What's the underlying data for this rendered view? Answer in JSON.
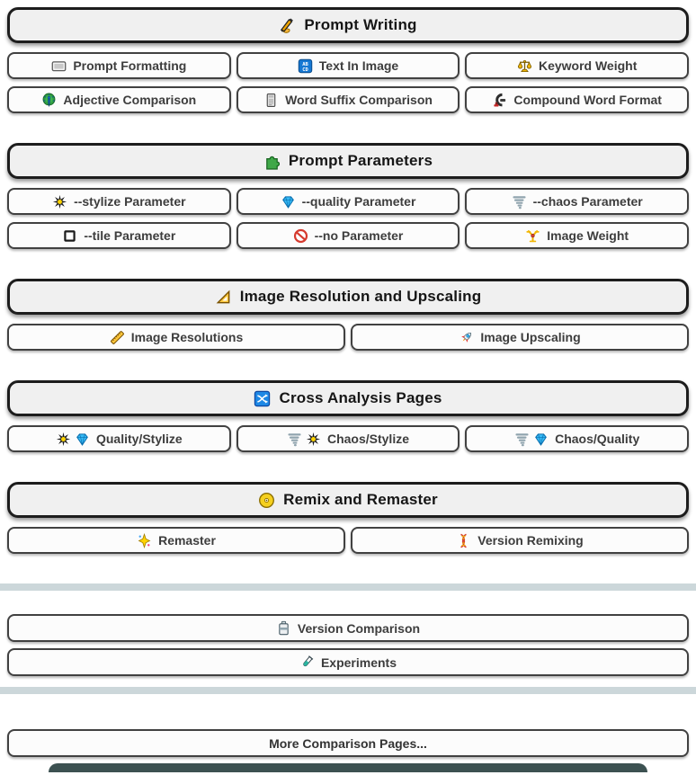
{
  "colors": {
    "header_bg": "#f0f0f0",
    "header_border": "#1d1d1d",
    "button_bg": "#fcfcfc",
    "button_border": "#414141",
    "separator": "#ccd7da",
    "bottom_partial_bar": "#3c5151"
  },
  "sections": [
    {
      "id": "prompt-writing",
      "title": "Prompt Writing",
      "icon": "writing-hand-icon",
      "columns": 3,
      "buttons": [
        {
          "label": "Prompt Formatting",
          "icons": [
            "monitor-icon"
          ]
        },
        {
          "label": "Text In Image",
          "icons": [
            "input-letters-icon"
          ]
        },
        {
          "label": "Keyword Weight",
          "icons": [
            "scales-icon"
          ]
        },
        {
          "label": "Adjective Comparison",
          "icons": [
            "peacock-icon"
          ]
        },
        {
          "label": "Word Suffix Comparison",
          "icons": [
            "notepad-icon"
          ]
        },
        {
          "label": "Compound Word Format",
          "icons": [
            "clamp-icon"
          ]
        }
      ]
    },
    {
      "id": "prompt-parameters",
      "title": "Prompt Parameters",
      "icon": "puzzle-icon",
      "columns": 3,
      "buttons": [
        {
          "label": "--stylize Parameter",
          "icons": [
            "starburst-icon"
          ]
        },
        {
          "label": "--quality Parameter",
          "icons": [
            "gem-icon"
          ]
        },
        {
          "label": "--chaos Parameter",
          "icons": [
            "tornado-icon"
          ]
        },
        {
          "label": "--tile Parameter",
          "icons": [
            "tile-square-icon"
          ]
        },
        {
          "label": "--no Parameter",
          "icons": [
            "prohibited-icon"
          ]
        },
        {
          "label": "Image Weight",
          "icons": [
            "balance-y-icon"
          ]
        }
      ]
    },
    {
      "id": "image-resolution-and-upscaling",
      "title": "Image Resolution and Upscaling",
      "icon": "triangle-ruler-icon",
      "columns": 2,
      "buttons": [
        {
          "label": "Image Resolutions",
          "icons": [
            "ruler-icon"
          ]
        },
        {
          "label": "Image Upscaling",
          "icons": [
            "rocket-icon"
          ]
        }
      ]
    },
    {
      "id": "cross-analysis-pages",
      "title": "Cross Analysis Pages",
      "icon": "shuffle-icon",
      "columns": 3,
      "buttons": [
        {
          "label": "Quality/Stylize",
          "icons": [
            "starburst-icon",
            "gem-icon"
          ]
        },
        {
          "label": "Chaos/Stylize",
          "icons": [
            "tornado-icon",
            "starburst-icon"
          ]
        },
        {
          "label": "Chaos/Quality",
          "icons": [
            "tornado-icon",
            "gem-icon"
          ]
        }
      ]
    },
    {
      "id": "remix-and-remaster",
      "title": "Remix and Remaster",
      "icon": "gold-disc-icon",
      "columns": 2,
      "buttons": [
        {
          "label": "Remaster",
          "icons": [
            "sparkle-icon"
          ]
        },
        {
          "label": "Version Remixing",
          "icons": [
            "dna-icon"
          ]
        }
      ]
    }
  ],
  "footer": {
    "buttons": [
      {
        "label": "Version Comparison",
        "icons": [
          "archive-icon"
        ]
      },
      {
        "label": "Experiments",
        "icons": [
          "test-tube-icon"
        ]
      }
    ],
    "more_label": "More Comparison Pages..."
  }
}
